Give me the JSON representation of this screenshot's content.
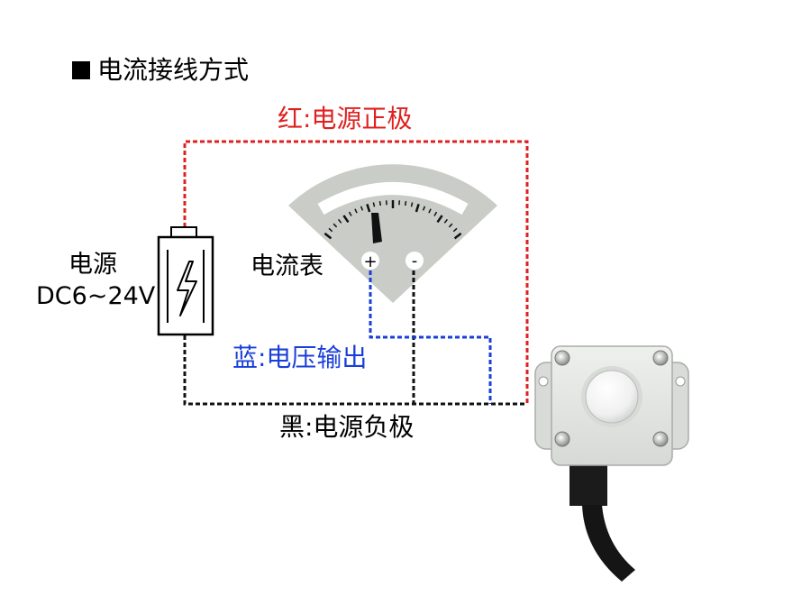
{
  "title": "电流接线方式",
  "wires": {
    "red": {
      "label": "红:电源正极",
      "color": "#e02020"
    },
    "blue": {
      "label": "蓝:电压输出",
      "color": "#1a3fd8"
    },
    "black": {
      "label": "黑:电源负极",
      "color": "#111111"
    }
  },
  "power_supply": {
    "name": "电源",
    "voltage": "DC6~24V"
  },
  "ammeter": {
    "label": "电流表",
    "plus": "+",
    "minus": "-"
  },
  "colors": {
    "meter_face": "#c9ccc7",
    "sensor_body": "#e4e6e3",
    "background": "#ffffff"
  }
}
